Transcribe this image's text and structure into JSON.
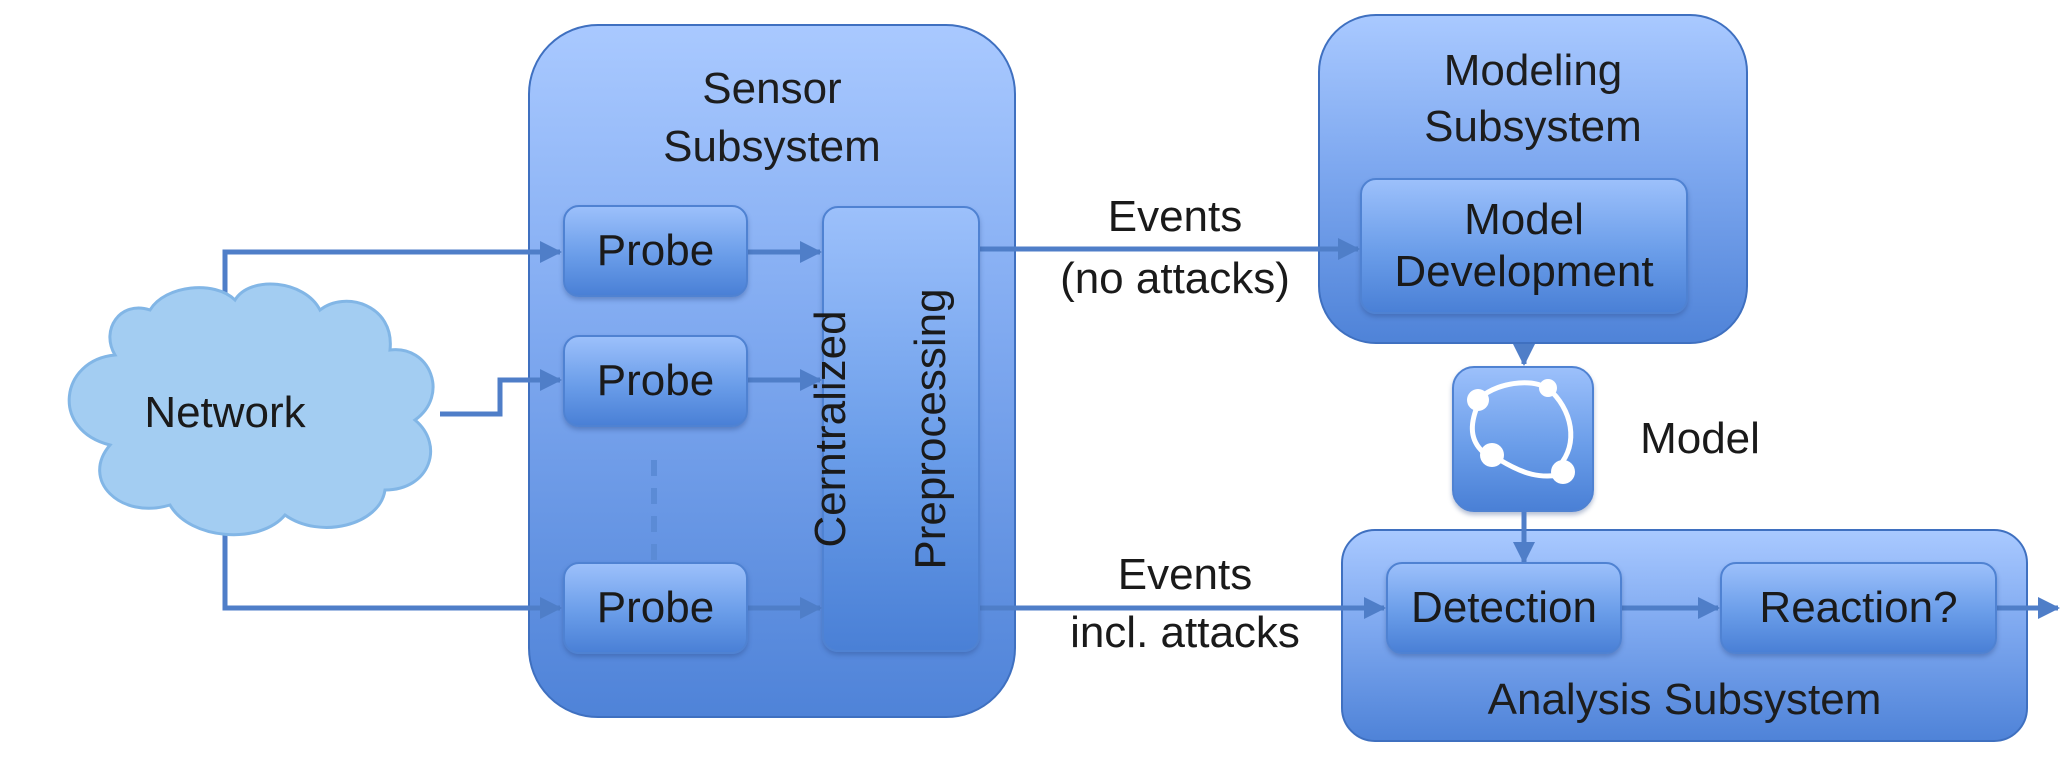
{
  "colors": {
    "subsystem_top": "#a9c9ff",
    "subsystem_bottom": "#4f83d8",
    "arrow": "#4f7ec8",
    "cloud": "#9cc8f0"
  },
  "network": {
    "label": "Network"
  },
  "sensor": {
    "title_line1": "Sensor",
    "title_line2": "Subsystem",
    "probes": [
      "Probe",
      "Probe",
      "Probe"
    ],
    "preprocessing_line1": "Cerntralized",
    "preprocessing_line2": "Preprocessing"
  },
  "modeling": {
    "title_line1": "Modeling",
    "title_line2": "Subsystem",
    "dev_line1": "Model",
    "dev_line2": "Development"
  },
  "model": {
    "label": "Model",
    "icon": "graph-icon"
  },
  "analysis": {
    "title": "Analysis Subsystem",
    "detection": "Detection",
    "reaction": "Reaction?"
  },
  "flows": {
    "events_no_attacks_line1": "Events",
    "events_no_attacks_line2": "(no attacks)",
    "events_attacks_line1": "Events",
    "events_attacks_line2": "incl. attacks"
  }
}
